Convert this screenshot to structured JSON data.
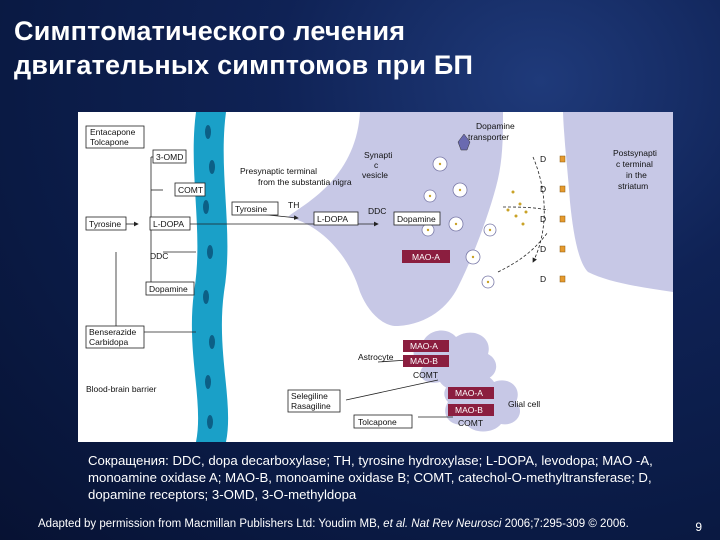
{
  "title": {
    "line1": "Симптоматического лечения",
    "line2": "двигательных симптомов при БП"
  },
  "diagram": {
    "entacapone": [
      "Entacapone",
      "Tolcapone"
    ],
    "omd": "3-OMD",
    "comt_left": "COMT",
    "tyrosine_left": "Tyrosine",
    "ldopa_left": "L-DOPA",
    "ddc_left": "DDC",
    "dopamine_left": "Dopamine",
    "benserazide": [
      "Benserazide",
      "Carbidopa"
    ],
    "bbb": "Blood-brain barrier",
    "presynaptic": [
      "Presynaptic terminal",
      "from the substantia nigra"
    ],
    "tyrosine_mid": "Tyrosine",
    "th": "TH",
    "ldopa_mid": "L-DOPA",
    "ddc_mid": "DDC",
    "dopamine_mid": "Dopamine",
    "vesicle": [
      "Synapti",
      "c",
      "vesicle"
    ],
    "transporter": [
      "Dopamine",
      "transporter"
    ],
    "maoa_neuron": "MAO-A",
    "postsynaptic": [
      "Postsynapti",
      "c terminal",
      "in the",
      "striatum"
    ],
    "receptor_d": "D",
    "astrocyte": "Astrocyte",
    "mao_a": "MAO-A",
    "mao_b": "MAO-B",
    "comt": "COMT",
    "selegiline": [
      "Selegiline",
      "Rasagiline"
    ],
    "tolcapone": "Tolcapone",
    "glial": "Glial cell"
  },
  "abbreviations": "Сокращения: DDC, dopa decarboxylase; TH, tyrosine hydroxylase; L-DOPA, levodopa; MAO -A, monoamine oxidase A; MAO-B, monoamine oxidase B; COMT, catechol-O-methyltransferase; D, dopamine receptors; 3-OMD, 3-O-methyldopa",
  "footer": {
    "prefix": "Adapted by permission from Macmillan Publishers Ltd: Youdim MB, ",
    "etal": "et al.",
    "journal": " Nat Rev Neurosci",
    "suffix": " 2006;7:295-309 © 2006."
  },
  "slide_number": "9",
  "colors": {
    "background": "#0a1a44",
    "neuron": "#c7c8e6",
    "bbb": "#1aa0c8",
    "enzyme": "#8b1e3f",
    "receptor": "#e69a2e"
  }
}
